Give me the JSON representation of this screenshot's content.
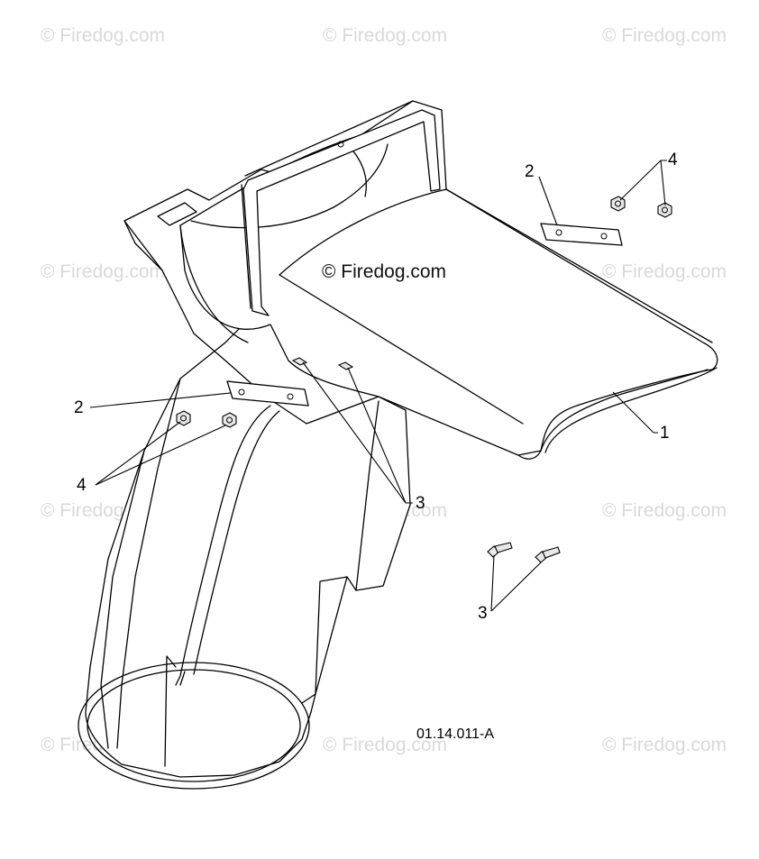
{
  "watermark_text": "© Firedog.com",
  "center_watermark_text": "© Firedog.com",
  "part_number": "01.14.011-A",
  "callouts": [
    {
      "label": "1"
    },
    {
      "label": "2"
    },
    {
      "label": "2"
    },
    {
      "label": "3"
    },
    {
      "label": "3"
    },
    {
      "label": "4"
    },
    {
      "label": "4"
    }
  ]
}
